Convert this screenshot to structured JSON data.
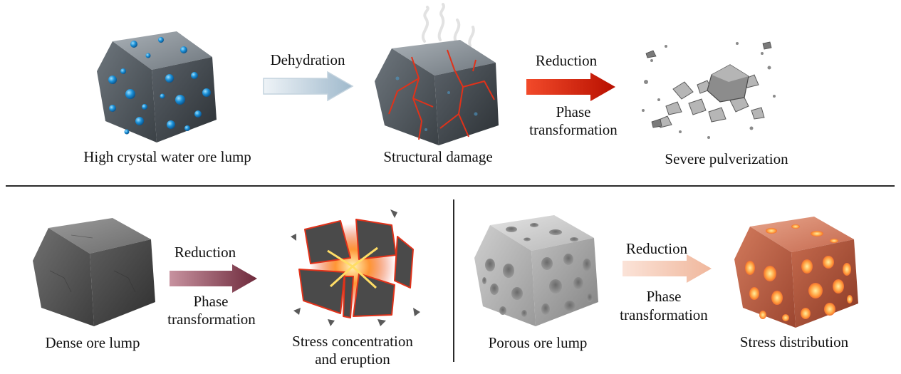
{
  "top": {
    "stage1_caption": "High crystal water ore lump",
    "arrow1_label": "Dehydration",
    "stage2_caption": "Structural damage",
    "arrow2_label_top": "Reduction",
    "arrow2_label_bottom_1": "Phase",
    "arrow2_label_bottom_2": "transformation",
    "stage3_caption": "Severe pulverization"
  },
  "bottom_left": {
    "stage1_caption": "Dense ore lump",
    "arrow_label_top": "Reduction",
    "arrow_label_bottom_1": "Phase",
    "arrow_label_bottom_2": "transformation",
    "stage2_caption_1": "Stress concentration",
    "stage2_caption_2": "and eruption"
  },
  "bottom_right": {
    "stage1_caption": "Porous ore lump",
    "arrow_label_top": "Reduction",
    "arrow_label_bottom_1": "Phase",
    "arrow_label_bottom_2": "transformation",
    "stage2_caption": "Stress distribution"
  },
  "colors": {
    "arrow_dehydration": "#9fb9cc",
    "arrow_reduction_top": "#d01a08",
    "arrow_reduction_dense": "#6e2a3c",
    "arrow_reduction_porous": "#f0b79c",
    "water_droplet": "#1a8fd6",
    "crack_red": "#e0321a"
  }
}
